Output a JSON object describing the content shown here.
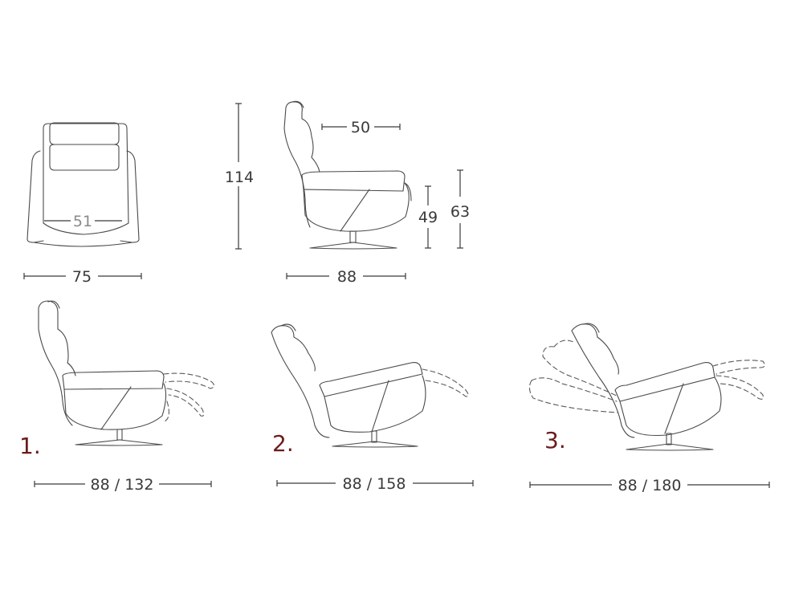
{
  "diagram": {
    "type": "recliner-chair-dimension-sheet",
    "unit_note": "",
    "front_view": {
      "inner_width_label": "51",
      "overall_width_label": "75"
    },
    "side_view": {
      "height_label": "114",
      "seat_depth_label": "50",
      "seat_height_label": "49",
      "arm_height_label": "63",
      "depth_label": "88"
    },
    "positions": [
      {
        "number": "1.",
        "dimension_label": "88 / 132"
      },
      {
        "number": "2.",
        "dimension_label": "88 / 158"
      },
      {
        "number": "3.",
        "dimension_label": "88 / 180"
      }
    ],
    "colors": {
      "line": "#4a4a4a",
      "text": "#3a3a3a",
      "inner_label": "#8a8a8a",
      "position_number": "#6b1c1c"
    }
  }
}
